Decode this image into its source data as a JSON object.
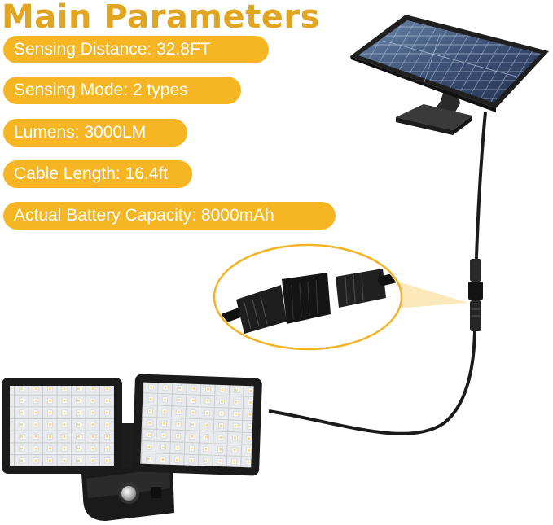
{
  "title": "Main Parameters",
  "parameters": [
    "Sensing Distance: 32.8FT",
    "Sensing Mode: 2 types",
    "Lumens: 3000LM",
    "Cable Length: 16.4ft",
    "Actual Battery Capacity: 8000mAh"
  ],
  "colors": {
    "title": "#E1A520",
    "pill_background": "#F6B623",
    "pill_text": "#FFFFFF",
    "callout_outline": "#F2B324"
  },
  "illustration": {
    "items": [
      "solar-panel",
      "cable-connector-callout",
      "twin-head-flood-light",
      "motion-sensor"
    ]
  }
}
